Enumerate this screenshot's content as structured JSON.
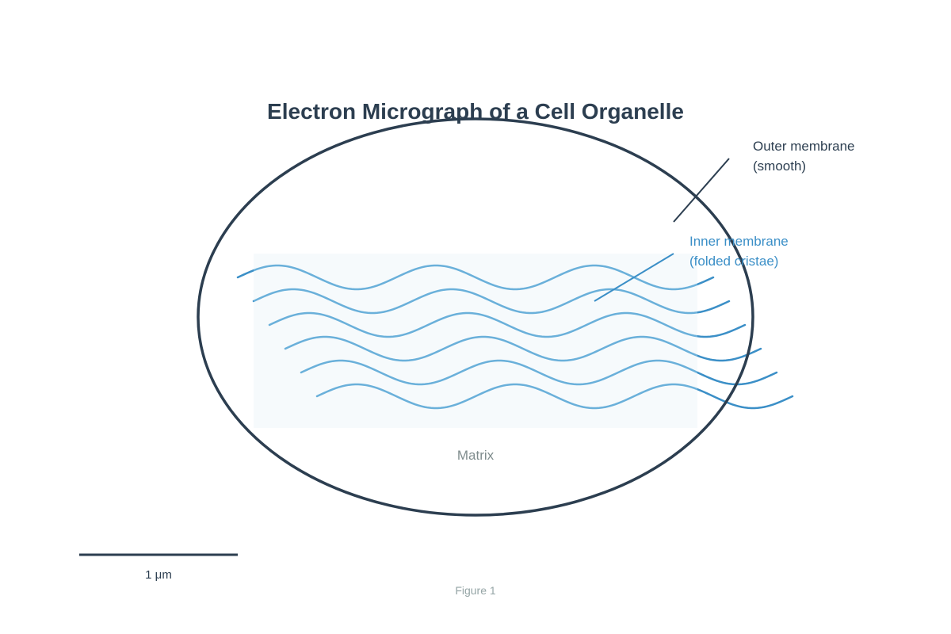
{
  "figure": {
    "title": "Electron Micrograph of a Cell Organelle",
    "caption": "Figure 1"
  },
  "labels": {
    "outer_membrane": {
      "line1": "Outer membrane",
      "line2": "(smooth)"
    },
    "inner_membrane": {
      "line1": "Inner membrane",
      "line2": "(folded cristae)"
    },
    "matrix": "Matrix"
  },
  "scale_bar": {
    "label": "1 μm"
  },
  "colors": {
    "outline": "#2c3e50",
    "cristae": "#3b8fc7",
    "cristae_light": "#6ab0da",
    "matrix_fill": "#f6fafc",
    "matrix_text": "#7f8c8d",
    "caption_text": "#95a5a6"
  }
}
